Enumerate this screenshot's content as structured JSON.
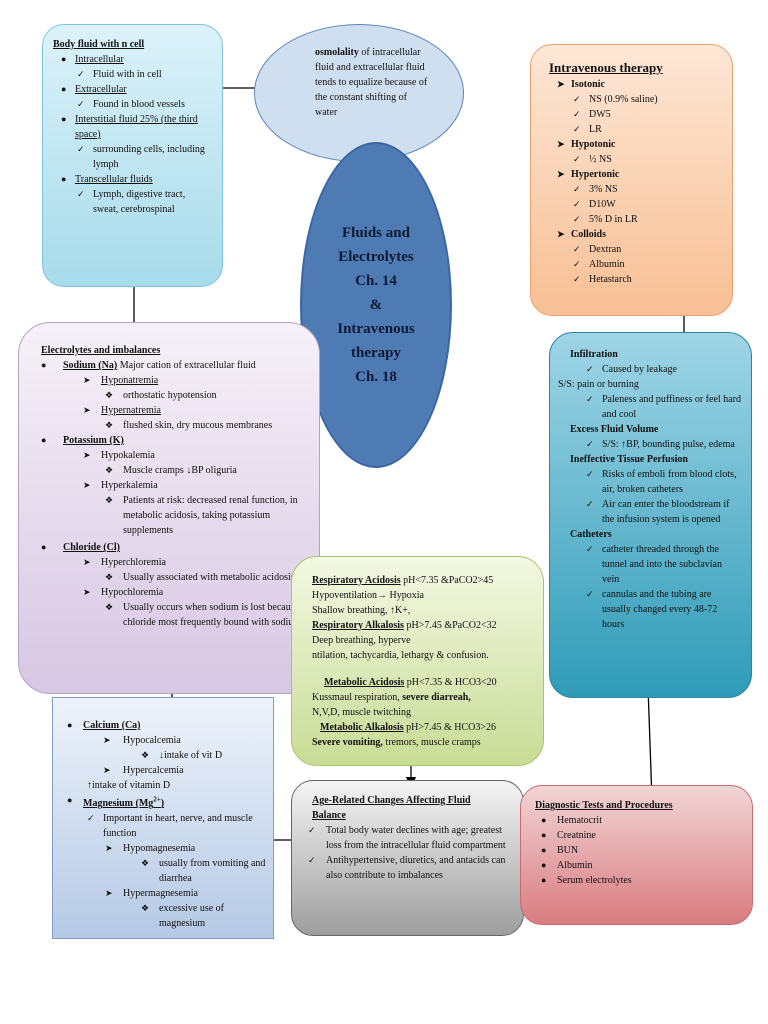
{
  "center": {
    "lines": [
      "Fluids and",
      "Electrolytes",
      "Ch. 14",
      "&",
      "Intravenous",
      "therapy",
      "Ch. 18"
    ]
  },
  "osmolality": {
    "bold": "osmolality",
    "text": " of intracellular fluid and extracellular fluid tends to equalize because of the constant shifting of water"
  },
  "body_fluid": {
    "title": "Body fluid with n cell",
    "items": [
      {
        "label": "Intracellular",
        "sub": "Fluid with in cell"
      },
      {
        "label": "Extracellular",
        "sub": "Found in blood vessels"
      },
      {
        "label": "Interstitial fluid 25% (the third space)",
        "sub": "surrounding cells, including lymph"
      },
      {
        "label": "Transcellular fluids",
        "sub": "Lymph, digestive tract, sweat, cerebrospinal"
      }
    ]
  },
  "iv": {
    "title": "Intravenous therapy",
    "groups": [
      {
        "name": "Isotonic",
        "items": [
          "NS (0.9% saline)",
          "DW5",
          "LR"
        ]
      },
      {
        "name": "Hypotonic",
        "items": [
          "½ NS"
        ]
      },
      {
        "name": "Hypertonic",
        "items": [
          "3% NS",
          "D10W",
          "5% D in LR"
        ]
      },
      {
        "name": "Colloids",
        "items": [
          "Dextran",
          "Albumin",
          "Hetastarch"
        ]
      }
    ]
  },
  "complications": {
    "infiltration": {
      "title": "Infiltration",
      "cause": "Caused by leakage",
      "ss": "S/S: pain or burning",
      "sign": "Paleness and puffiness or feel hard and cool"
    },
    "excess": {
      "title": "Excess Fluid Volume",
      "item": "S/S: ↑BP, bounding pulse, edema"
    },
    "perfusion": {
      "title": "Ineffective Tissue Perfusion",
      "items": [
        "Risks of emboli from blood clots, air, broken catheters",
        "Air can enter the bloodstream if the infusion system is opened"
      ]
    },
    "catheters": {
      "title": "Catheters",
      "items": [
        "catheter threaded through the tunnel and into the subclavian vein",
        "cannulas and the tubing are usually changed every 48-72 hours"
      ]
    }
  },
  "electrolytes": {
    "title": "Electrolytes and imbalances",
    "sodium": {
      "label": "Sodium (Na)",
      "desc": "Major cation of extracellular fluid",
      "hypo": "Hyponatremia",
      "hypo_sub": "orthostatic hypotension",
      "hyper": "Hypernatremia",
      "hyper_sub": "flushed skin, dry mucous membranes"
    },
    "potassium": {
      "label": "Potassium (K)",
      "hypo": "Hypokalemia",
      "hypo_sub": "Muscle cramps ↓BP oliguria",
      "hyper": "Hyperkalemia",
      "hyper_sub": "Patients at risk: decreased renal function, in metabolic acidosis, taking potassium supplements"
    },
    "chloride": {
      "label": "Chloride (Cl)",
      "hyper": "Hyperchloremia",
      "hyper_sub": "Usually associated with metabolic acidosis",
      "hypo": "Hypochloremia",
      "hypo_sub": "Usually occurs when sodium is lost because chloride most frequently bound with sodium"
    }
  },
  "acid_base": {
    "resp_acidosis": {
      "label": "Respiratory Acidosis",
      "values": " pH<7.35 &PaCO2>45",
      "line1": "Hypoventilation→ Hypoxia",
      "line2": "Shallow breathing, ↑K+,"
    },
    "resp_alkalosis": {
      "label": "Respiratory Alkalosis",
      "values": " pH>7.45 &PaCO2<32",
      "line1": "Deep breathing, hyperve",
      "line2": "ntilation, tachycardia, lethargy & confusion."
    },
    "met_acidosis": {
      "label": "Metabolic Acidosis",
      "values": " pH<7.35 & HCO3<20",
      "line1": "Kussmaul respiration, ",
      "line1_bold": "severe diarreah,",
      "line2": "N,V,D, muscle twitching"
    },
    "met_alkalosis": {
      "label": "Metabolic Alkalosis",
      "values": " pH>7.45 & HCO3>26",
      "line1_bold": "Severe vomiting,",
      "line1": " tremors, muscle cramps"
    }
  },
  "calcium_mg": {
    "calcium": {
      "label": "Calcium (Ca)",
      "hypo": "Hypocalcemia",
      "hypo_sub": "↓intake of vit D",
      "hyper": "Hypercalcemia",
      "hyper_sub": "↑intake of vitamin D"
    },
    "magnesium": {
      "label": "Magnesium (Mg",
      "sup": "2+",
      "close": ")",
      "desc": "Important in heart, nerve, and muscle function",
      "hypo": "Hypomagnesemia",
      "hypo_sub": "usually from vomiting and diarrhea",
      "hyper": "Hypermagnesemia",
      "hyper_sub": "excessive use of magnesium"
    }
  },
  "age": {
    "title": "Age-Related Changes Affecting Fluid Balance",
    "items": [
      "Total body water declines with age; greatest loss from the intracellular fluid compartment",
      "Antihypertensive, diuretics, and antacids can also contribute to imbalances"
    ]
  },
  "diagnostic": {
    "title": "Diagnostic Tests and Procedures",
    "items": [
      "Hematocrit",
      "Creatnine",
      "BUN",
      "Albumin",
      "Serum electrolytes"
    ]
  },
  "colors": {
    "center": "#4f7bb5",
    "osmolality": "#cfdff0",
    "iv": "#f8bf94",
    "complications": "#2f9bb8",
    "electrolytes": "#d7c7e3",
    "acid_base": "#c9dc96",
    "calcium": "#b5c9e5",
    "age": "#9e9e9e",
    "diagnostic": "#d97c80"
  }
}
